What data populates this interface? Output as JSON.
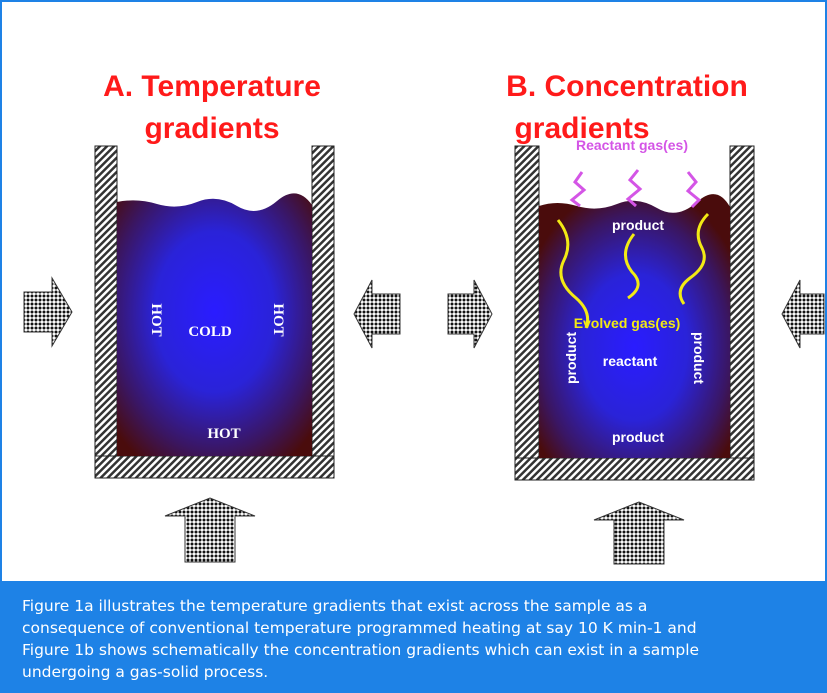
{
  "panel_a": {
    "title_line1": "A. Temperature",
    "title_line2": "gradients",
    "label_hot_left": "HOT",
    "label_cold": "COLD",
    "label_hot_right": "HOT",
    "label_hot_bottom": "HOT"
  },
  "panel_b": {
    "title_line1": "B. Concentration",
    "title_line2": "gradients",
    "label_reactant_gas": "Reactant gas(es)",
    "label_product_top": "product",
    "label_evolved_gas": "Evolved gas(es)",
    "label_product_left": "product",
    "label_reactant": "reactant",
    "label_product_right": "product",
    "label_product_bottom": "product"
  },
  "caption": {
    "line1": "Figure 1a illustrates the temperature gradients that exist across the sample as a",
    "line2": "consequence of conventional temperature programmed heating at say 10 K min-1 and",
    "line3": "Figure 1b shows schematically the concentration gradients which can exist in a sample",
    "line4": "undergoing a gas-solid process."
  },
  "colors": {
    "frame": "#1e82e6",
    "title_red": "#ff1a1a",
    "sample_dark": "#4a0c0c",
    "sample_center": "#2a1cff",
    "gas_yellow": "#f2ea14",
    "gas_violet": "#d455e6"
  }
}
